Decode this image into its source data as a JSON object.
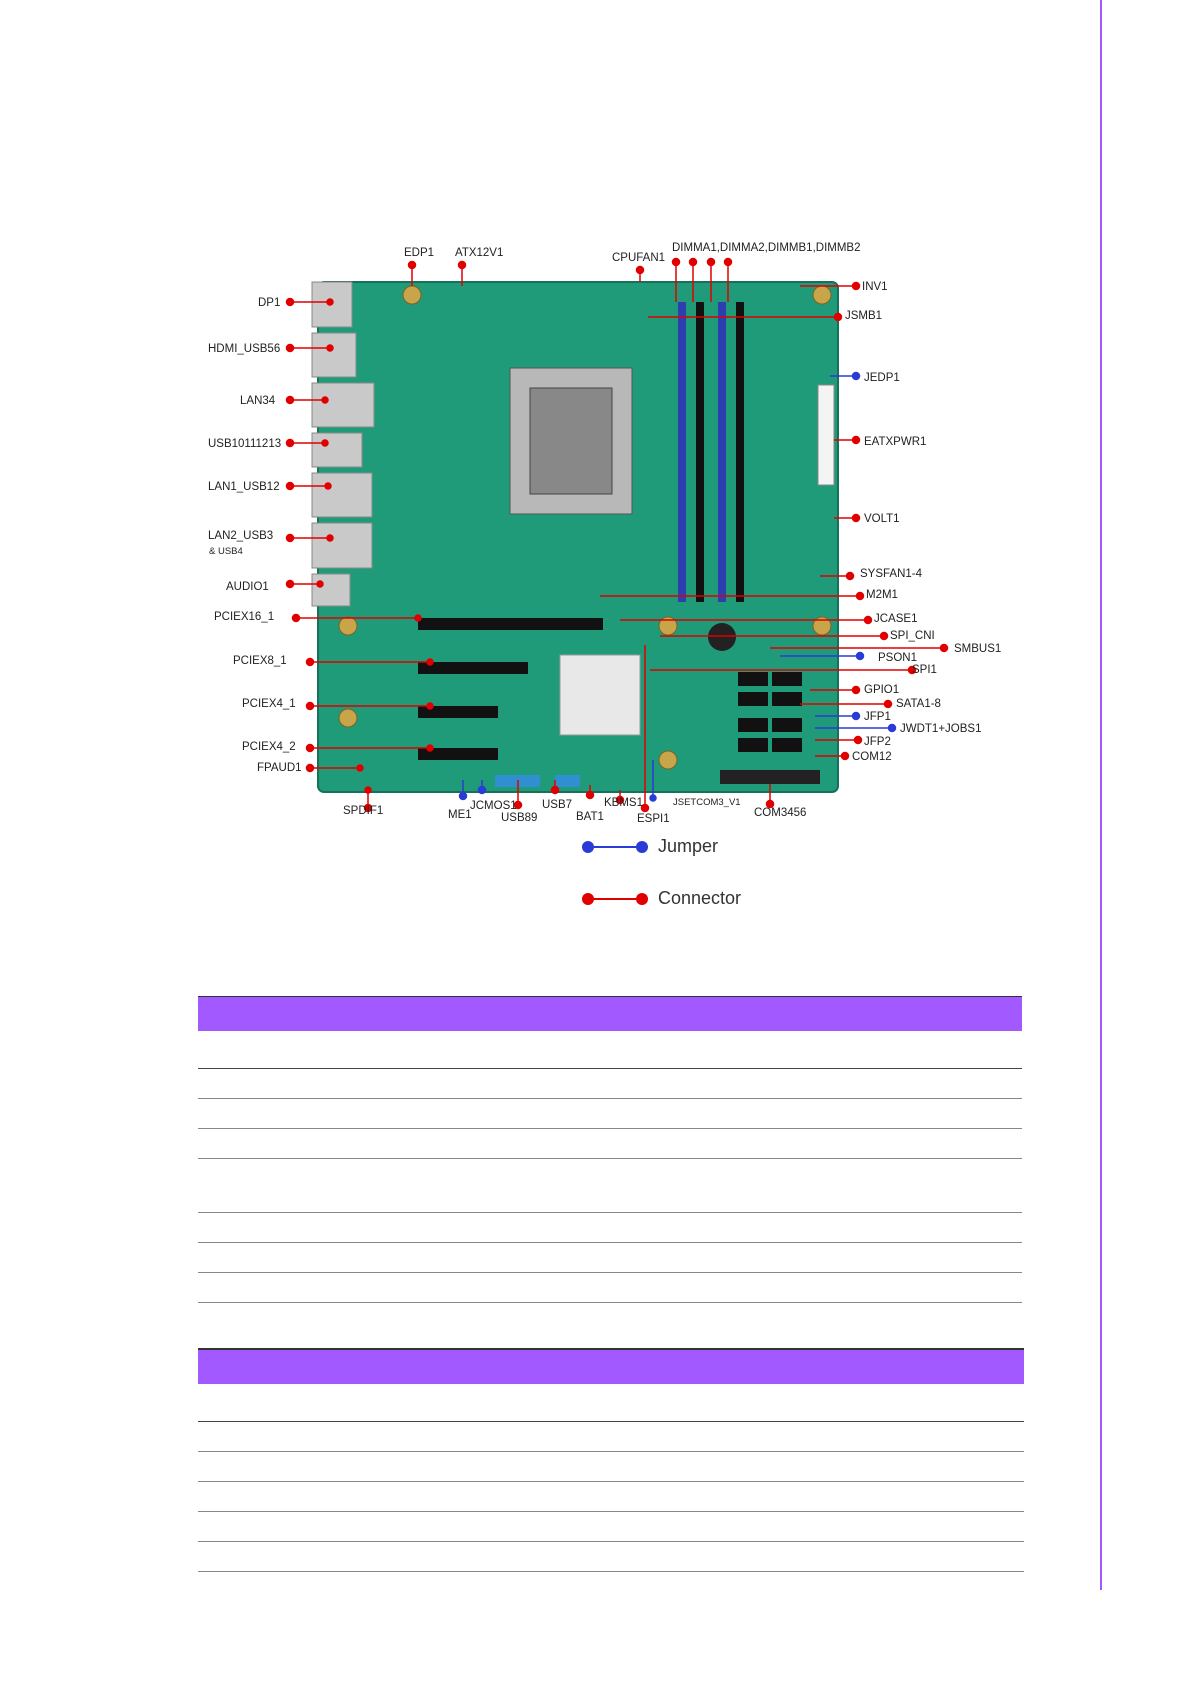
{
  "diagram": {
    "labels": {
      "edp1": "EDP1",
      "atx12v1": "ATX12V1",
      "cpufan1": "CPUFAN1",
      "dimm": "DIMMA1,DIMMA2,DIMMB1,DIMMB2",
      "inv1": "INV1",
      "jsmb1": "JSMB1",
      "jedp1": "JEDP1",
      "eatxpwr1": "EATXPWR1",
      "volt1": "VOLT1",
      "sysfan": "SYSFAN1-4",
      "m2m1": "M2M1",
      "jcase1": "JCASE1",
      "spi_cni": "SPI_CNI",
      "smbus1": "SMBUS1",
      "pson1": "PSON1",
      "spi1": "SPI1",
      "gpio1": "GPIO1",
      "sata": "SATA1-8",
      "jfp1": "JFP1",
      "jwdt": "JWDT1+JOBS1",
      "jfp2": "JFP2",
      "com12": "COM12",
      "com3456": "COM3456",
      "jsetcom": "JSETCOM3_V1",
      "espi1": "ESPI1",
      "kbms1": "KBMS1",
      "bat1": "BAT1",
      "usb7": "USB7",
      "usb89": "USB89",
      "jcmos1": "JCMOS1",
      "me1": "ME1",
      "spdif1": "SPDIF1",
      "fpaud1": "FPAUD1",
      "pciex4_2": "PCIEX4_2",
      "pciex4_1": "PCIEX4_1",
      "pciex8_1": "PCIEX8_1",
      "pciex16_1": "PCIEX16_1",
      "audio1": "AUDIO1",
      "lan2_usb3": "LAN2_USB3",
      "usb4": "& USB4",
      "lan1_usb12": "LAN1_USB12",
      "usb10111213": "USB10111213",
      "lan34": "LAN34",
      "hdmi_usb56": "HDMI_USB56",
      "dp1": "DP1"
    },
    "colors": {
      "connector": "#e00000",
      "jumper": "#2b3bd6",
      "board": "#1f9b7a"
    }
  },
  "legend": {
    "jumper": "Jumper",
    "connector": "Connector"
  },
  "colors": {
    "accent": "#a259ff"
  }
}
